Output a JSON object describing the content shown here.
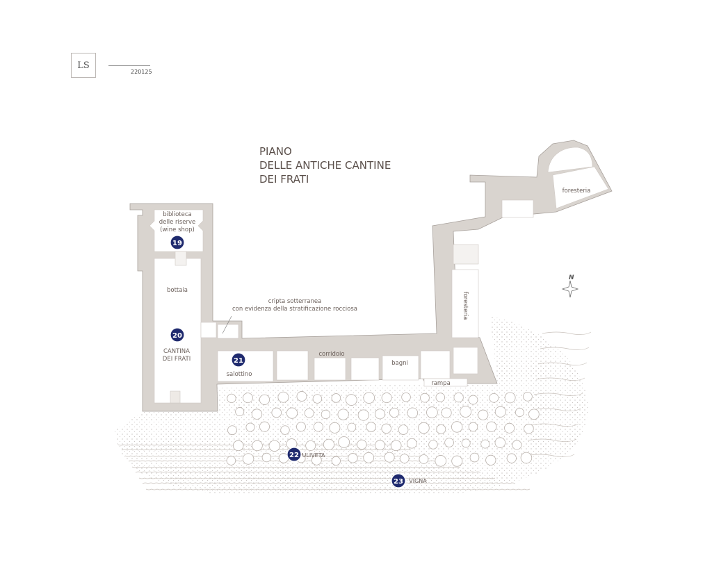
{
  "header": {
    "logo": "LS",
    "code": "220125"
  },
  "title": {
    "line1": "PIANO",
    "line2": "DELLE ANTICHE CANTINE",
    "line3": "DEI FRATI"
  },
  "rooms": {
    "biblioteca_1": "biblioteca",
    "biblioteca_2": "delle riserve",
    "biblioteca_3": "(wine shop)",
    "bottaia": "bottaia",
    "cantina_1": "CANTINA",
    "cantina_2": "DEI FRATI",
    "cripta_1": "cripta sotterranea",
    "cripta_2": "con evidenza della stratificazione rocciosa",
    "salottino": "salottino",
    "corridoio": "corridoio",
    "bagni": "bagni",
    "rampa": "rampa",
    "foresteria_east": "foresteria",
    "foresteria_north": "foresteria",
    "uliveta": "ULIVETA",
    "vigna": "VIGNA"
  },
  "markers": [
    "19",
    "20",
    "21",
    "22",
    "23"
  ],
  "compass": "N",
  "colors": {
    "wall": "#d9d4cf",
    "marker": "#1f2a6e",
    "text": "#6b605b"
  }
}
